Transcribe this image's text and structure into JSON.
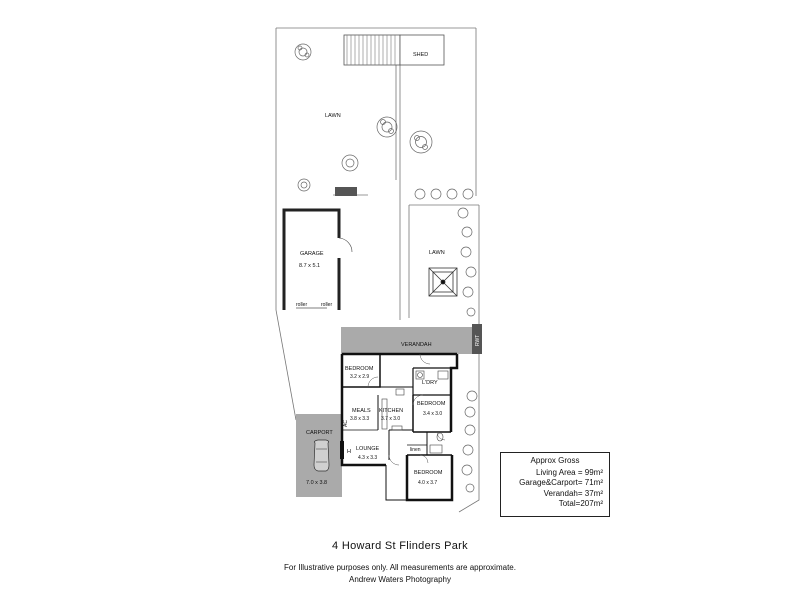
{
  "plan": {
    "shed": "SHED",
    "lawn_back": "LAWN",
    "lawn_side": "LAWN",
    "rwt": "RWT",
    "garage": {
      "label": "GARAGE",
      "size": "8.7 x 5.1",
      "door_left": "roller",
      "door_right": "roller"
    },
    "verandah": "VERANDAH",
    "carport": {
      "label": "CARPORT",
      "size": "7.0 x 3.8"
    },
    "bedroom1": {
      "label": "BEDROOM",
      "size": "3.2 x 2.9"
    },
    "bedroom2": {
      "label": "BEDROOM",
      "size": "3.4 x 3.0"
    },
    "bedroom3": {
      "label": "BEDROOM",
      "size": "4.0 x 3.7"
    },
    "meals": {
      "label": "MEALS",
      "size": "3.8 x 3.3"
    },
    "kitchen": {
      "label": "KITCHEN",
      "size": "3.7 x 3.0"
    },
    "lounge": {
      "label": "LOUNGE",
      "size": "4.3 x 3.3"
    },
    "laundry": "L'DRY",
    "linen": "linen",
    "ac": "AC",
    "heater": "H"
  },
  "area": {
    "heading": "Approx Gross",
    "rows": [
      {
        "label": "Living Area =",
        "value": "99m²"
      },
      {
        "label": "Garage&Carport=",
        "value": "71m²"
      },
      {
        "label": "Verandah=",
        "value": "37m²"
      },
      {
        "label": "Total=",
        "value": "207m²"
      }
    ]
  },
  "footer": {
    "address": "4 Howard St Flinders Park",
    "disclaimer": "For Illustrative purposes only.  All measurements are approximate.",
    "credit": "Andrew Waters Photography"
  }
}
